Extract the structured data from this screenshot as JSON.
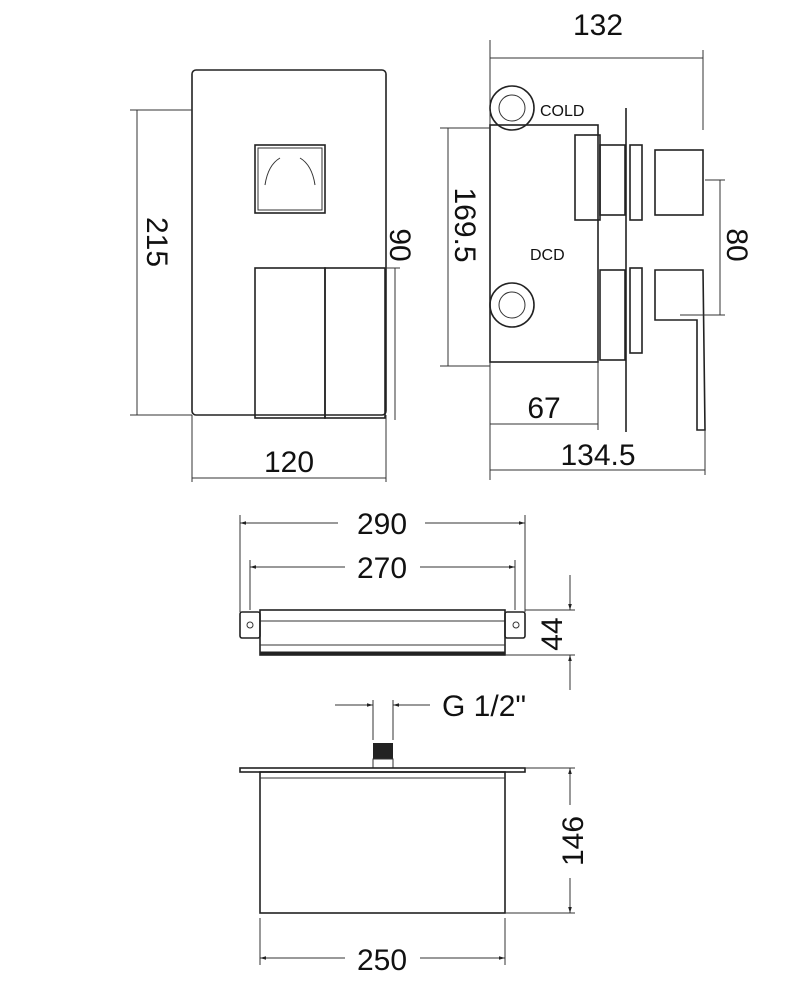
{
  "front_view": {
    "width": "120",
    "height": "215",
    "handle_height": "90"
  },
  "side_view": {
    "depth_top": "132",
    "body_height": "169.5",
    "handle_spacing": "80",
    "body_depth": "67",
    "total_depth": "134.5",
    "label_cold": "COLD",
    "label_dcd": "DCD"
  },
  "top_view": {
    "overall_width": "290",
    "fixing_width": "270",
    "height": "44"
  },
  "box_view": {
    "connection": "G 1/2\"",
    "height": "146",
    "width": "250"
  },
  "colors": {
    "line": "#222222",
    "background": "#ffffff"
  }
}
